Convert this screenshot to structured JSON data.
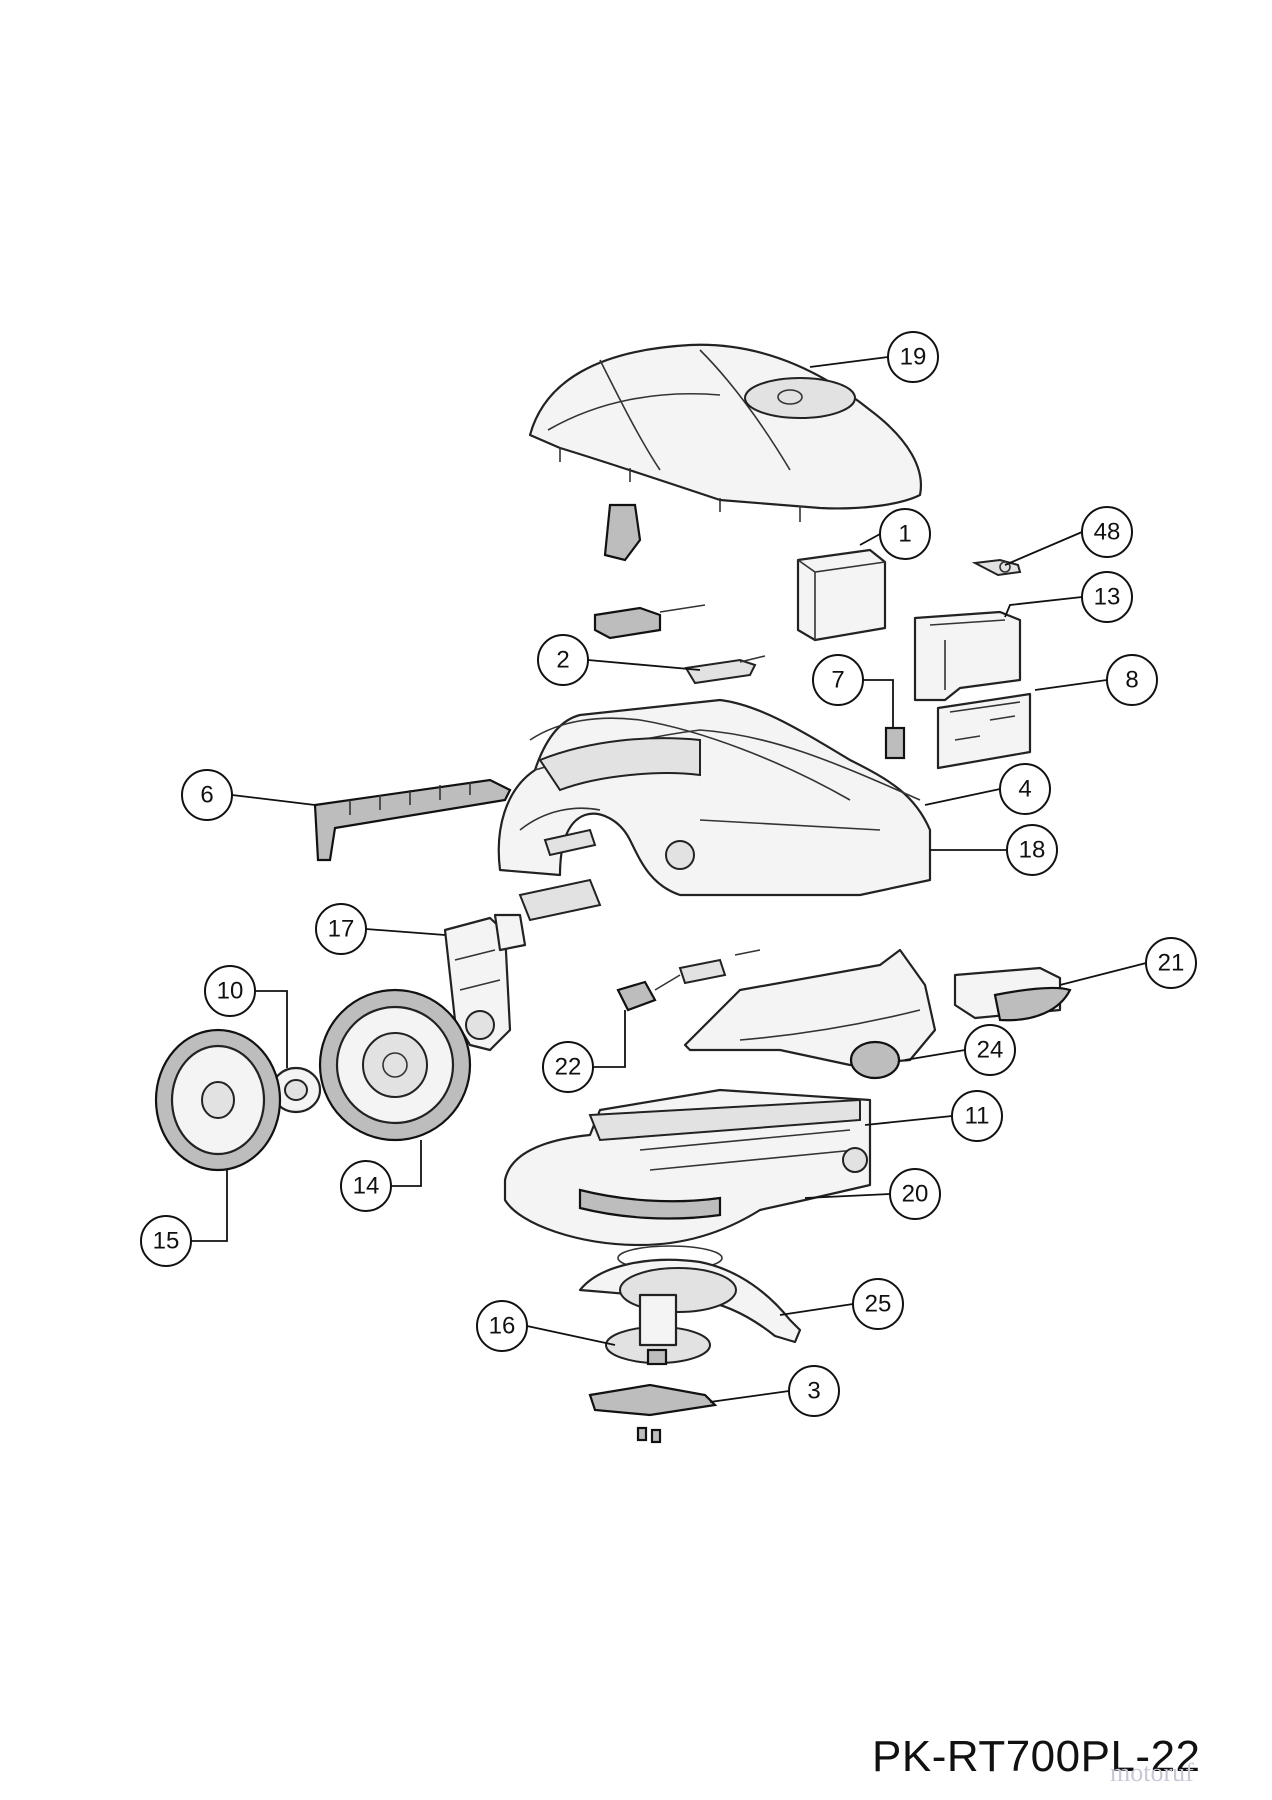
{
  "model_code": "PK-RT700PL-22",
  "watermark": "motoruf",
  "callouts": [
    {
      "label": "19"
    },
    {
      "label": "1"
    },
    {
      "label": "48"
    },
    {
      "label": "13"
    },
    {
      "label": "2"
    },
    {
      "label": "7"
    },
    {
      "label": "8"
    },
    {
      "label": "6"
    },
    {
      "label": "4"
    },
    {
      "label": "18"
    },
    {
      "label": "17"
    },
    {
      "label": "21"
    },
    {
      "label": "10"
    },
    {
      "label": "24"
    },
    {
      "label": "22"
    },
    {
      "label": "11"
    },
    {
      "label": "14"
    },
    {
      "label": "20"
    },
    {
      "label": "15"
    },
    {
      "label": "25"
    },
    {
      "label": "16"
    },
    {
      "label": "3"
    }
  ]
}
